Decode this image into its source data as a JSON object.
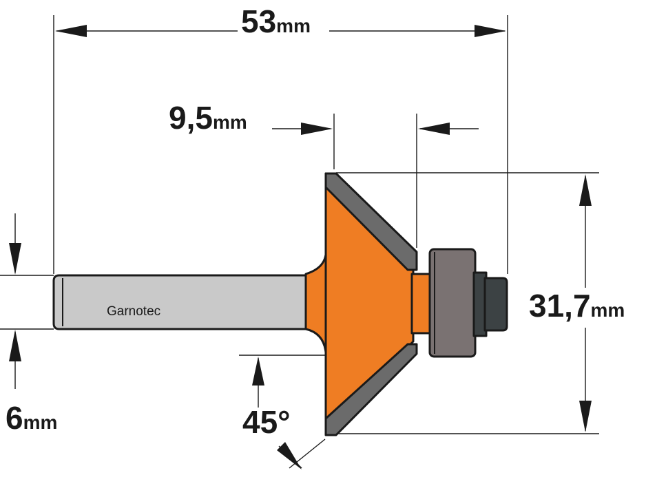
{
  "dimensions": {
    "overall_length": {
      "value": "53",
      "unit": "mm"
    },
    "cut_depth": {
      "value": "9,5",
      "unit": "mm"
    },
    "diameter": {
      "value": "31,7",
      "unit": "mm"
    },
    "shank": {
      "value": "6",
      "unit": "mm"
    },
    "angle": {
      "value": "45°"
    }
  },
  "brand_label": "Garnotec",
  "colors": {
    "body": "#ef7d23",
    "carbide": "#6b6b6b",
    "shank": "#c9c9c9",
    "bearing": "#7a7272",
    "screw": "#3c4244",
    "line": "#1a1a1a"
  }
}
